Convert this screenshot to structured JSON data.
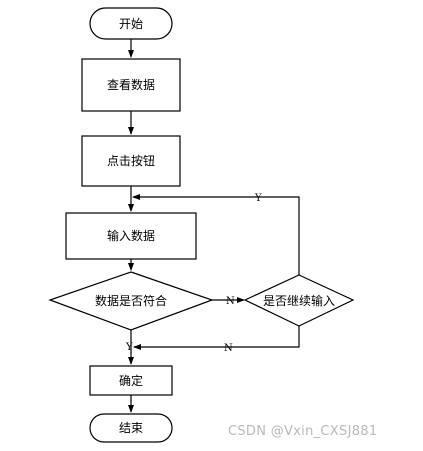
{
  "nodes": {
    "start": "开始",
    "view_data": "查看数据",
    "click_button": "点击按钮",
    "input_data": "输入数据",
    "data_match": "数据是否符合",
    "continue_input": "是否继续输入",
    "confirm": "确定",
    "end": "结束"
  },
  "edges": {
    "match_no": "N",
    "continue_yes": "Y",
    "continue_no": "N",
    "match_yes": "Y"
  },
  "watermark": "CSDN @Vxin_CXSJ881"
}
